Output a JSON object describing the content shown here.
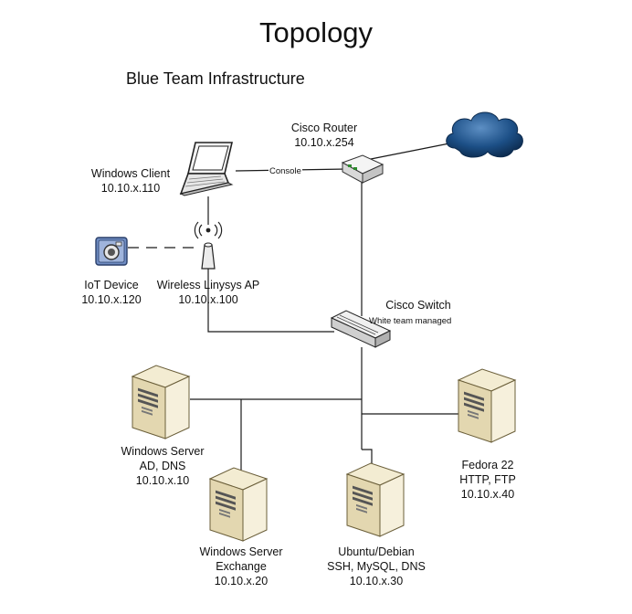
{
  "title": "Topology",
  "subtitle": "Blue Team Infrastructure",
  "devices": {
    "router": {
      "name": "Cisco Router",
      "ip": "10.10.x.254"
    },
    "windows_client": {
      "name": "Windows Client",
      "ip": "10.10.x.110"
    },
    "iot": {
      "name": "IoT Device",
      "ip": "10.10.x.120"
    },
    "ap": {
      "name": "Wireless Linysys AP",
      "ip": "10.10.x.100"
    },
    "switch": {
      "name": "Cisco Switch",
      "note": "White team managed"
    },
    "win_server_ad": {
      "name": "Windows Server",
      "role": "AD, DNS",
      "ip": "10.10.x.10"
    },
    "win_server_ex": {
      "name": "Windows Server",
      "role": "Exchange",
      "ip": "10.10.x.20"
    },
    "ubuntu": {
      "name": "Ubuntu/Debian",
      "role": "SSH, MySQL, DNS",
      "ip": "10.10.x.30"
    },
    "fedora": {
      "name": "Fedora 22",
      "role": "HTTP, FTP",
      "ip": "10.10.x.40"
    }
  },
  "links": {
    "console_label": "Console"
  },
  "colors": {
    "line": "#1a1a1a",
    "cloud": "#1c4f86",
    "server_body": "#e9dfbf"
  }
}
